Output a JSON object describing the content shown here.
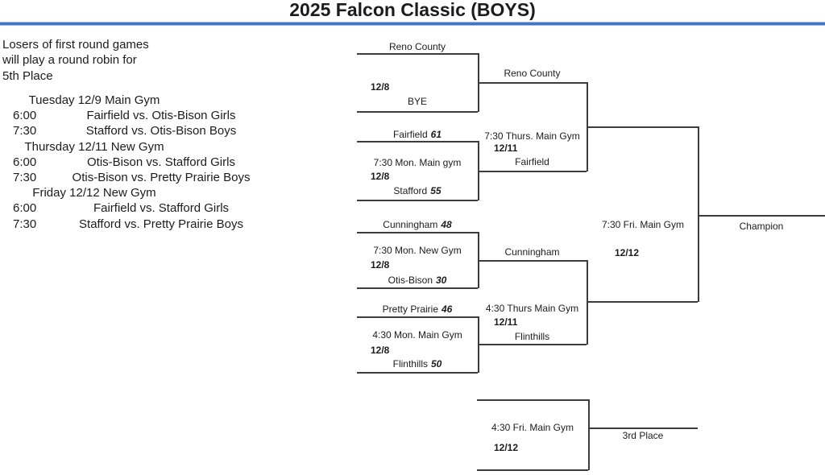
{
  "title": "2025 Falcon Classic (BOYS)",
  "colors": {
    "accent_rule": "#4472c4",
    "line": "#3c3c3c"
  },
  "notes": {
    "lines": [
      "Losers of first round games",
      "will play a round robin for",
      "5th Place"
    ]
  },
  "schedule": {
    "rows": [
      {
        "type": "header",
        "text": "Tuesday 12/9 Main Gym"
      },
      {
        "type": "game",
        "time": "6:00",
        "matchup": "Fairfield vs. Otis-Bison Girls"
      },
      {
        "type": "game",
        "time": "7:30",
        "matchup": "Stafford vs. Otis-Bison Boys"
      },
      {
        "type": "header",
        "text": "Thursday 12/11 New Gym"
      },
      {
        "type": "game",
        "time": "6:00",
        "matchup": "Otis-Bison vs. Stafford Girls"
      },
      {
        "type": "game",
        "time": "7:30",
        "matchup": "Otis-Bison vs. Pretty Prairie Boys"
      },
      {
        "type": "header",
        "text": "Friday 12/12 New Gym"
      },
      {
        "type": "game",
        "time": "6:00",
        "matchup": "Fairfield vs. Stafford Girls"
      },
      {
        "type": "game",
        "time": "7:30",
        "matchup": "Stafford vs. Pretty Prairie Boys"
      }
    ]
  },
  "bracket": {
    "games": [
      {
        "team1": "Reno County",
        "date": "12/8",
        "team2": "BYE"
      },
      {
        "team1": "Fairfield",
        "score1": "61",
        "info": "7:30 Mon. Main gym",
        "date": "12/8",
        "team2": "Stafford",
        "score2": "55"
      },
      {
        "team1": "Cunningham",
        "score1": "48",
        "info": "7:30 Mon. New Gym",
        "date": "12/8",
        "team2": "Otis-Bison",
        "score2": "30"
      },
      {
        "team1": "Pretty Prairie",
        "score1": "46",
        "info": "4:30 Mon. Main Gym",
        "date": "12/8",
        "team2": "Flinthills",
        "score2": "50"
      }
    ],
    "semifinals": [
      {
        "top_winner": "Reno County",
        "info": "7:30 Thurs. Main Gym",
        "date": "12/11",
        "bottom_winner": "Fairfield"
      },
      {
        "top_winner": "Cunningham",
        "info": "4:30 Thurs Main Gym",
        "date": "12/11",
        "bottom_winner": "Flinthills"
      }
    ],
    "final": {
      "info": "7:30 Fri. Main Gym",
      "date": "12/12",
      "champion_label": "Champion"
    },
    "third_place": {
      "info": "4:30 Fri. Main Gym",
      "date": "12/12",
      "label": "3rd Place"
    }
  }
}
